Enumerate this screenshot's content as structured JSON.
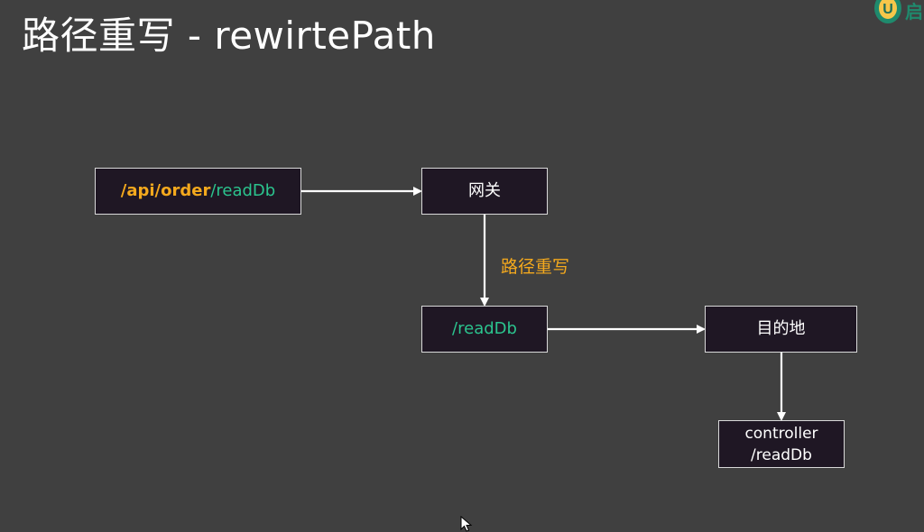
{
  "title": "路径重写 - rewirtePath",
  "logo": {
    "letter": "U",
    "text": "启"
  },
  "diagram": {
    "nodes": {
      "request": {
        "prefix": "/api/order",
        "path": "/readDb"
      },
      "gateway": {
        "label": "网关"
      },
      "rewritten": {
        "label": "/readDb"
      },
      "destination": {
        "label": "目的地"
      },
      "controller": {
        "line1": "controller",
        "line2": "/readDb"
      }
    },
    "edge_labels": {
      "rewrite": "路径重写"
    },
    "colors": {
      "background": "#404040",
      "node_fill": "#1f1724",
      "node_border": "#d9d9d9",
      "orange": "#f4a91d",
      "green": "#2bc48e",
      "arrow": "#ffffff"
    }
  }
}
